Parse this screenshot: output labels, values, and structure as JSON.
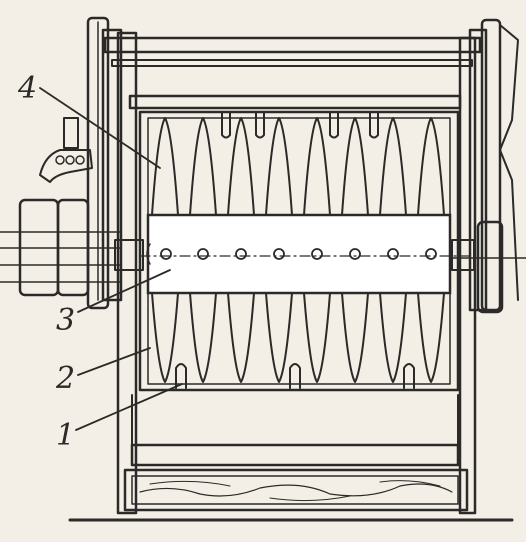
{
  "diagram": {
    "colors": {
      "paper": "#f3efe6",
      "ink": "#2b2a28",
      "drum_face": "#ffffff"
    },
    "parts": [
      {
        "id": "1",
        "label": "1"
      },
      {
        "id": "2",
        "label": "2"
      },
      {
        "id": "3",
        "label": "3"
      },
      {
        "id": "4",
        "label": "4"
      }
    ]
  }
}
